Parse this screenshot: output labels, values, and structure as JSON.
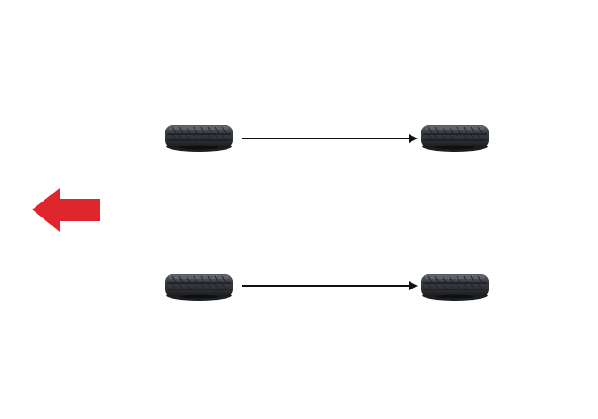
{
  "diagram": {
    "type": "tire-rotation",
    "direction_indicator": {
      "icon": "arrow-left-icon",
      "meaning": "front-of-vehicle",
      "color": "#e0262d"
    },
    "tire": {
      "tread_color": "#3a3d42",
      "sidewall_color": "#1c1e21",
      "highlight_color": "#6a6e75"
    },
    "arrow_color": "#111111",
    "rotations": [
      {
        "from": "left-rear",
        "to": "left-front"
      },
      {
        "from": "right-rear",
        "to": "right-front"
      }
    ]
  }
}
